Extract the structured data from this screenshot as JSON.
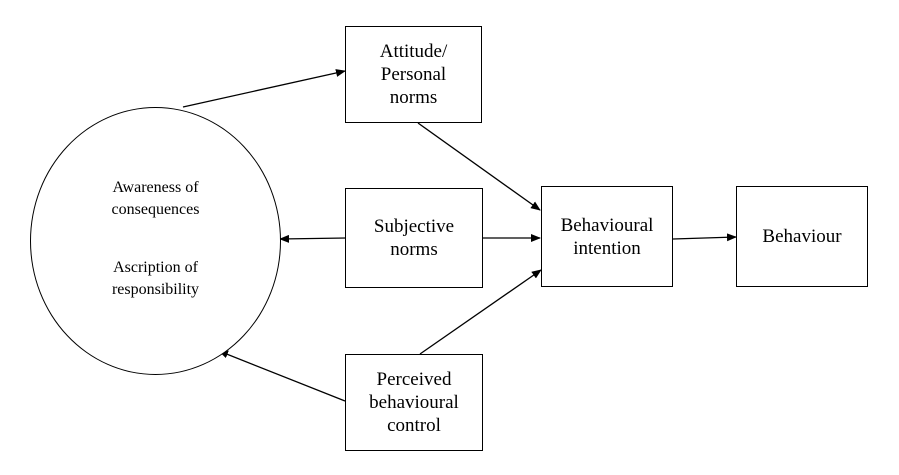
{
  "diagram": {
    "nodes": {
      "awareness_circle": {
        "line1": "Awareness of\nconsequences",
        "line2": "Ascription of\nresponsibility"
      },
      "attitude": {
        "label": "Attitude/\nPersonal\nnorms"
      },
      "subjective_norms": {
        "label": "Subjective\nnorms"
      },
      "perceived_control": {
        "label": "Perceived\nbehavioural\ncontrol"
      },
      "behavioural_intention": {
        "label": "Behavioural\nintention"
      },
      "behaviour": {
        "label": "Behaviour"
      }
    },
    "edges": [
      {
        "from": "awareness_circle",
        "to": "attitude"
      },
      {
        "from": "attitude",
        "to": "behavioural_intention"
      },
      {
        "from": "subjective_norms",
        "to": "awareness_circle"
      },
      {
        "from": "subjective_norms",
        "to": "behavioural_intention"
      },
      {
        "from": "perceived_control",
        "to": "awareness_circle"
      },
      {
        "from": "perceived_control",
        "to": "behavioural_intention"
      },
      {
        "from": "behavioural_intention",
        "to": "behaviour"
      }
    ],
    "colors": {
      "stroke": "#000000",
      "background": "#ffffff"
    }
  }
}
